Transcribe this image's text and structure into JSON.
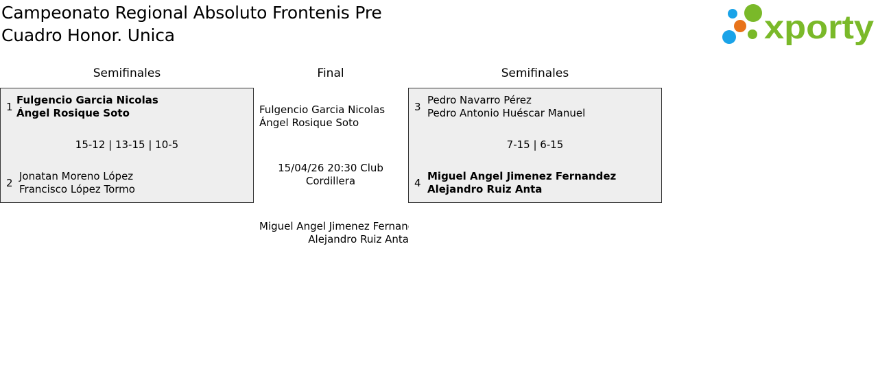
{
  "header": {
    "title_line1": "Campeonato Regional Absoluto Frontenis Pre",
    "title_line2": "Cuadro Honor. Unica",
    "logo_text": "xporty",
    "logo_colors": {
      "green": "#7ab929",
      "blue": "#1aa3e8",
      "orange": "#e8731a"
    }
  },
  "columns": {
    "left": "Semifinales",
    "center": "Final",
    "right": "Semifinales"
  },
  "semifinal_left": {
    "team1": {
      "seed": "1",
      "player1": "Fulgencio Garcia Nicolas",
      "player2": "Ángel Rosique Soto",
      "winner": true
    },
    "score": "15-12 | 13-15 | 10-5",
    "team2": {
      "seed": "2",
      "player1": "Jonatan Moreno López",
      "player2": "Francisco López Tormo",
      "winner": false
    }
  },
  "semifinal_right": {
    "team1": {
      "seed": "3",
      "player1": "Pedro Navarro Pérez",
      "player2": "Pedro Antonio Huéscar Manuel",
      "winner": false
    },
    "score": "7-15 | 6-15",
    "team2": {
      "seed": "4",
      "player1": "Miguel Angel Jimenez Fernandez",
      "player2": "Alejandro Ruiz Anta",
      "winner": true
    }
  },
  "final": {
    "top_player1": "Fulgencio Garcia Nicolas",
    "top_player2": "Ángel Rosique Soto",
    "schedule": "15/04/26 20:30 Club Cordillera",
    "bottom_player1": "Miguel Angel Jimenez Fernandez",
    "bottom_player2": "Alejandro Ruiz Anta"
  }
}
